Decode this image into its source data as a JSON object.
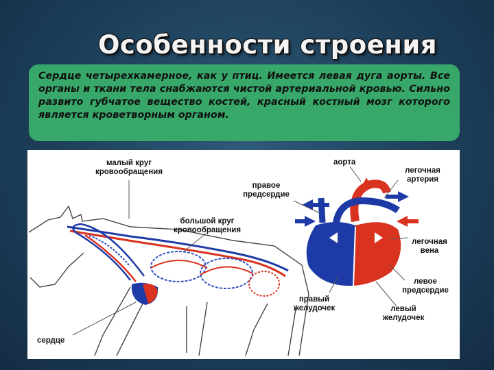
{
  "slide": {
    "title": "Особенности строения",
    "text": "Сердце четырехкамерное, как у птиц. Имеется левая дуга аорты. Все органы и ткани тела снабжаются чистой артериальной кровью. Сильно развито губчатое вещество костей, красный костный мозг которого является кроветворным органом."
  },
  "figure": {
    "labels": {
      "small_circle_1": "малый круг",
      "small_circle_2": "кровообращения",
      "big_circle_1": "большой круг",
      "big_circle_2": "кровообращения",
      "heart": "сердце",
      "aorta": "аорта",
      "pulmonary_artery_1": "легочная",
      "pulmonary_artery_2": "артерия",
      "right_atrium_1": "правое",
      "right_atrium_2": "предсердие",
      "pulmonary_vein_1": "легочная",
      "pulmonary_vein_2": "вена",
      "left_atrium_1": "левое",
      "left_atrium_2": "предсердие",
      "right_ventricle_1": "правый",
      "right_ventricle_2": "желудочек",
      "left_ventricle_1": "левый",
      "left_ventricle_2": "желудочек"
    },
    "colors": {
      "arterial": "#d9321e",
      "venous": "#1d3aa6",
      "outline": "#333333"
    }
  }
}
